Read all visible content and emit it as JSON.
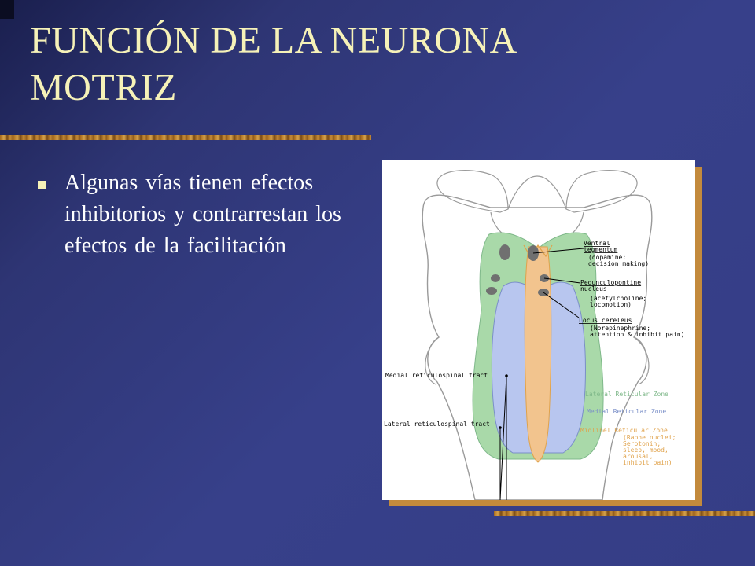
{
  "slide": {
    "title_line1": "FUNCIÓN DE LA NEURONA",
    "title_line2": "MOTRIZ",
    "bullets": [
      "Algunas vías tienen efectos inhibitorios y contrarrestan  los efectos de la facilitación"
    ]
  },
  "figure": {
    "labels": {
      "ventral_1": "Ventral",
      "ventral_2": "tegmentum",
      "ventral_3": "(dopamine;",
      "ventral_4": "decision making)",
      "ped_1": "Pedunculopontine",
      "ped_2": "nucleus",
      "ped_3": "(acetylcholine;",
      "ped_4": "locomotion)",
      "locus_1": "Locus cereleus",
      "locus_2": "(Norepinephrine;",
      "locus_3": "attention & inhibit pain)",
      "medial_tract": "Medial reticulospinal tract",
      "lateral_tract": "Lateral reticulospinal tract",
      "zone_lateral": "Lateral Reticular Zone",
      "zone_medial": "Medial Reticular Zone",
      "zone_midline_1": "Midlinel Reticular Zone",
      "zone_midline_2": "(Raphe nuclei;",
      "zone_midline_3": "Serotonin;",
      "zone_midline_4": "sleep, mood,",
      "zone_midline_5": "arousal,",
      "zone_midline_6": "inhibit pain)"
    },
    "colors": {
      "lateral_zone": "#a9d9a9",
      "medial_zone": "#b8c6ef",
      "midline_zone": "#f2c48e"
    }
  }
}
